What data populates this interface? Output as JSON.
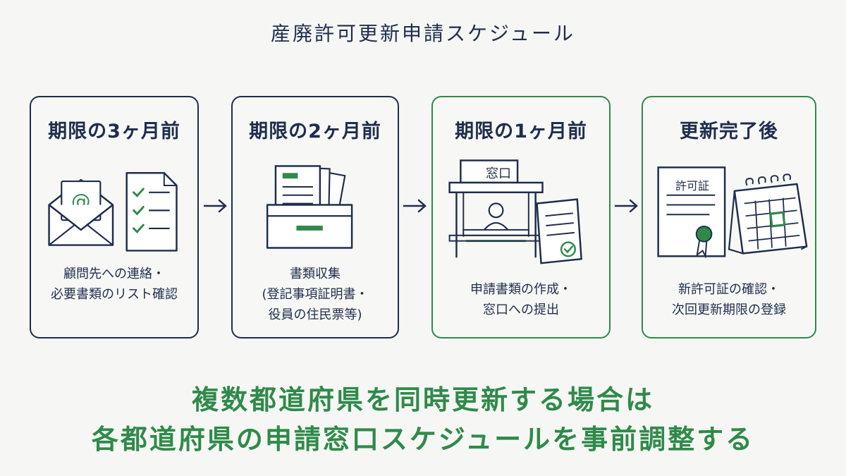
{
  "title": "産廃許可更新申請スケジュール",
  "steps": [
    {
      "heading": "期限の3ヶ月前",
      "lines": [
        "顧問先への連絡・",
        "必要書類のリスト確認"
      ]
    },
    {
      "heading": "期限の2ヶ月前",
      "lines": [
        "書類収集",
        "(登記事項証明書・",
        "役員の住民票等)"
      ]
    },
    {
      "heading": "期限の1ヶ月前",
      "lines": [
        "申請書類の作成・",
        "窓口への提出"
      ],
      "icon_label": "窓口"
    },
    {
      "heading": "更新完了後",
      "lines": [
        "新許可証の確認・",
        "次回更新期限の登録"
      ],
      "icon_label": "許可証"
    }
  ],
  "note": {
    "line1": "複数都道府県を同時更新する場合は",
    "line2": "各都道府県の申請窓口スケジュールを事前調整する"
  },
  "colors": {
    "navy": "#1f2d4d",
    "green": "#2f8a4a",
    "background": "#f6f7f4"
  },
  "icons": [
    "envelope-icon",
    "checklist-icon",
    "document-box-icon",
    "service-counter-icon",
    "certificate-icon",
    "calendar-icon"
  ]
}
